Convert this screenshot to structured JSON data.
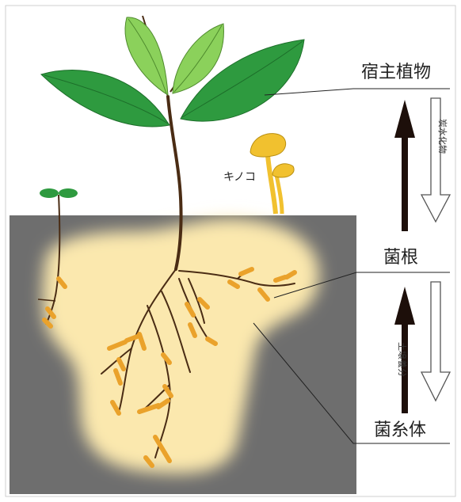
{
  "labels": {
    "host_plant": "宿主植物",
    "mushroom": "キノコ",
    "mycorrhiza": "菌根",
    "mycelium": "菌糸体",
    "flow_down": "炭水化物",
    "flow_up": "土壌養分"
  },
  "colors": {
    "soil": "#6e6e6e",
    "mycelium_fill": "#fbe8ae",
    "root_tips": "#eaa22b",
    "leaf_dark": "#2e9a3f",
    "leaf_light": "#8bd15b",
    "stem": "#4a2c14",
    "mushroom": "#f1c12f",
    "arrow_solid": "#1d0f0a",
    "arrow_outline": "#555555",
    "leader_line": "#222222"
  }
}
